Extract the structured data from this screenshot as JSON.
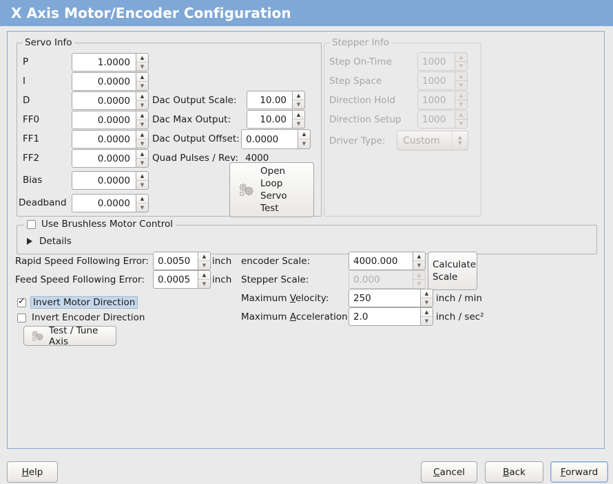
{
  "window": {
    "title": "X Axis Motor/Encoder Configuration",
    "title_bg": "#7fa8d6",
    "body_bg": "#ebeaea",
    "frame_border": "#89aad4"
  },
  "servo_info": {
    "legend": "Servo Info",
    "rows": [
      {
        "label": "P",
        "value": "1.0000"
      },
      {
        "label": "I",
        "value": "0.0000"
      },
      {
        "label": "D",
        "value": "0.0000"
      },
      {
        "label": "FF0",
        "value": "0.0000"
      },
      {
        "label": "FF1",
        "value": "0.0000"
      },
      {
        "label": "FF2",
        "value": "0.0000"
      },
      {
        "label": "Bias",
        "value": "0.0000"
      },
      {
        "label": "Deadband",
        "value": "0.0000"
      }
    ],
    "dac": [
      {
        "label": "Dac Output Scale:",
        "value": "10.00"
      },
      {
        "label": "Dac Max Output:",
        "value": "10.00"
      },
      {
        "label": "Dac Output Offset:",
        "value": "0.0000"
      }
    ],
    "quad_pulses_label": "Quad Pulses / Rev:",
    "quad_pulses_value": "4000",
    "open_loop_button": {
      "line1": "Open",
      "line2": "Loop",
      "line3": "Servo",
      "line4": "Test",
      "icon": "gears-icon"
    }
  },
  "stepper_info": {
    "legend": "Stepper Info",
    "enabled": false,
    "rows": [
      {
        "label": "Step On-Time",
        "value": "1000"
      },
      {
        "label": "Step Space",
        "value": "1000"
      },
      {
        "label": "Direction Hold",
        "value": "1000"
      },
      {
        "label": "Direction Setup",
        "value": "1000"
      }
    ],
    "driver_type_label": "Driver Type:",
    "driver_type_value": "Custom"
  },
  "brushless": {
    "checkbox_label": "Use Brushless Motor Control",
    "checked": false,
    "details_label": "Details",
    "details_expanded": false
  },
  "tuning": {
    "rapid_following_error": {
      "label": "Rapid Speed Following Error:",
      "value": "0.0050",
      "unit": "inch"
    },
    "feed_following_error": {
      "label": "Feed Speed Following Error:",
      "value": "0.0005",
      "unit": "inch"
    },
    "invert_motor": {
      "label": "Invert Motor Direction",
      "checked": true,
      "focused": true
    },
    "invert_encoder": {
      "label": "Invert Encoder Direction",
      "checked": false,
      "focused": false
    },
    "test_tune_button": {
      "label": "Test / Tune Axis",
      "icon": "gears-icon"
    }
  },
  "scales": {
    "encoder_scale": {
      "label": "encoder Scale:",
      "value": "4000.000",
      "enabled": true
    },
    "stepper_scale": {
      "label": "Stepper Scale:",
      "value": "0.000",
      "enabled": false
    },
    "max_velocity": {
      "label_pre": "Maximum ",
      "label_mnemonic": "V",
      "label_post": "elocity:",
      "value": "250",
      "unit": "inch / min"
    },
    "max_acceleration": {
      "label_pre": "Maximum ",
      "label_mnemonic": "A",
      "label_post": "cceleration:",
      "value": "2.0",
      "unit": "inch / sec²"
    },
    "calculate_button": {
      "line1": "Calculate",
      "line2": "Scale"
    }
  },
  "actions": {
    "help": {
      "pre": "",
      "mnemonic": "H",
      "post": "elp"
    },
    "cancel": {
      "pre": "",
      "mnemonic": "C",
      "post": "ancel"
    },
    "back": {
      "pre": "",
      "mnemonic": "B",
      "post": "ack"
    },
    "forward": {
      "pre": "",
      "mnemonic": "F",
      "post": "orward",
      "focused": true
    }
  }
}
